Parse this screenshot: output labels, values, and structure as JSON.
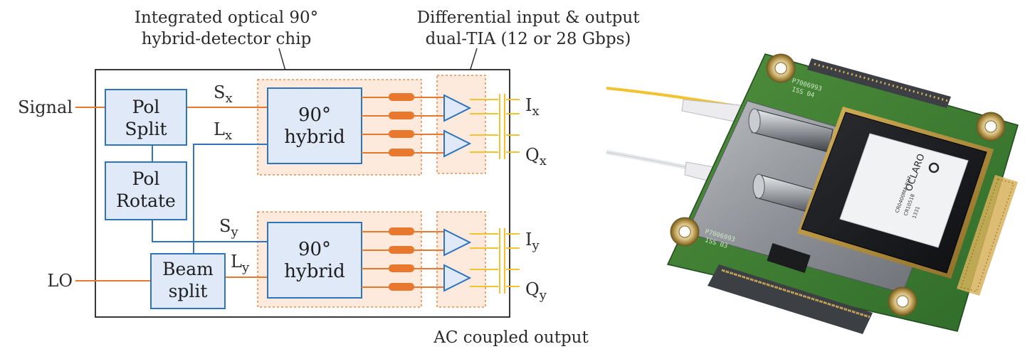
{
  "diagram": {
    "annotations": {
      "chip_line1": "Integrated optical 90°",
      "chip_line2": "hybrid-detector chip",
      "tia_line1": "Differential input & output",
      "tia_line2": "dual-TIA (12 or 28 Gbps)",
      "ac_coupled": "AC coupled output"
    },
    "inputs": {
      "signal": "Signal",
      "lo": "LO"
    },
    "blocks": {
      "pol_split_1": "Pol",
      "pol_split_2": "Split",
      "pol_rotate_1": "Pol",
      "pol_rotate_2": "Rotate",
      "beam_split_1": "Beam",
      "beam_split_2": "split",
      "hybrid_x_1": "90°",
      "hybrid_x_2": "hybrid",
      "hybrid_y_1": "90°",
      "hybrid_y_2": "hybrid"
    },
    "signals": {
      "sx": "S",
      "sx_sub": "x",
      "lx": "L",
      "lx_sub": "x",
      "sy": "S",
      "sy_sub": "y",
      "ly": "L",
      "ly_sub": "y"
    },
    "outputs": {
      "ix": "I",
      "ix_sub": "x",
      "qx": "Q",
      "qx_sub": "x",
      "iy": "I",
      "iy_sub": "y",
      "qy": "Q",
      "qy_sub": "y"
    },
    "colors": {
      "orange": "#e8782e",
      "blue": "#2f74bd",
      "block_fill": "#dfe9f7",
      "yellow": "#f2c230",
      "chip_fill": "#fdeadc"
    }
  },
  "photo": {
    "module_label": {
      "brand": "OCLARO",
      "part": "CR0400MA-R07",
      "serial": "CR10518",
      "code": "1331"
    },
    "pcb_marks": {
      "top": "P7006993",
      "top_iss": "ISS 04",
      "bottom": "P7006993",
      "bottom_iss": "ISS 03"
    }
  }
}
